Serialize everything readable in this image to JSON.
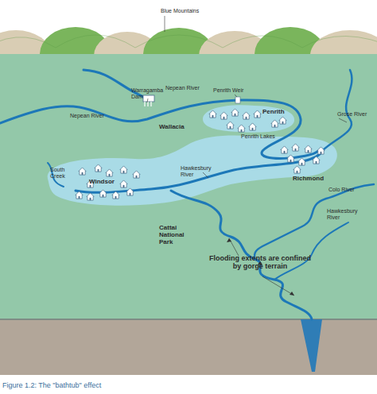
{
  "diagram": {
    "caption": "Figure 1.2: The \"bathtub\" effect",
    "labels": [
      "Blue Mountains",
      "Warragamba Dam",
      "Nepean River",
      "Nepean River",
      "Wallacia",
      "Penrith Weir",
      "Penrith",
      "Penrith Lakes",
      "Richmond",
      "Grose River",
      "South Creek",
      "Windsor",
      "Hawkesbury River",
      "Colo River",
      "Hawkesbury River",
      "Cattai National Park",
      "Flooding extents are confined by gorge terrain"
    ]
  }
}
